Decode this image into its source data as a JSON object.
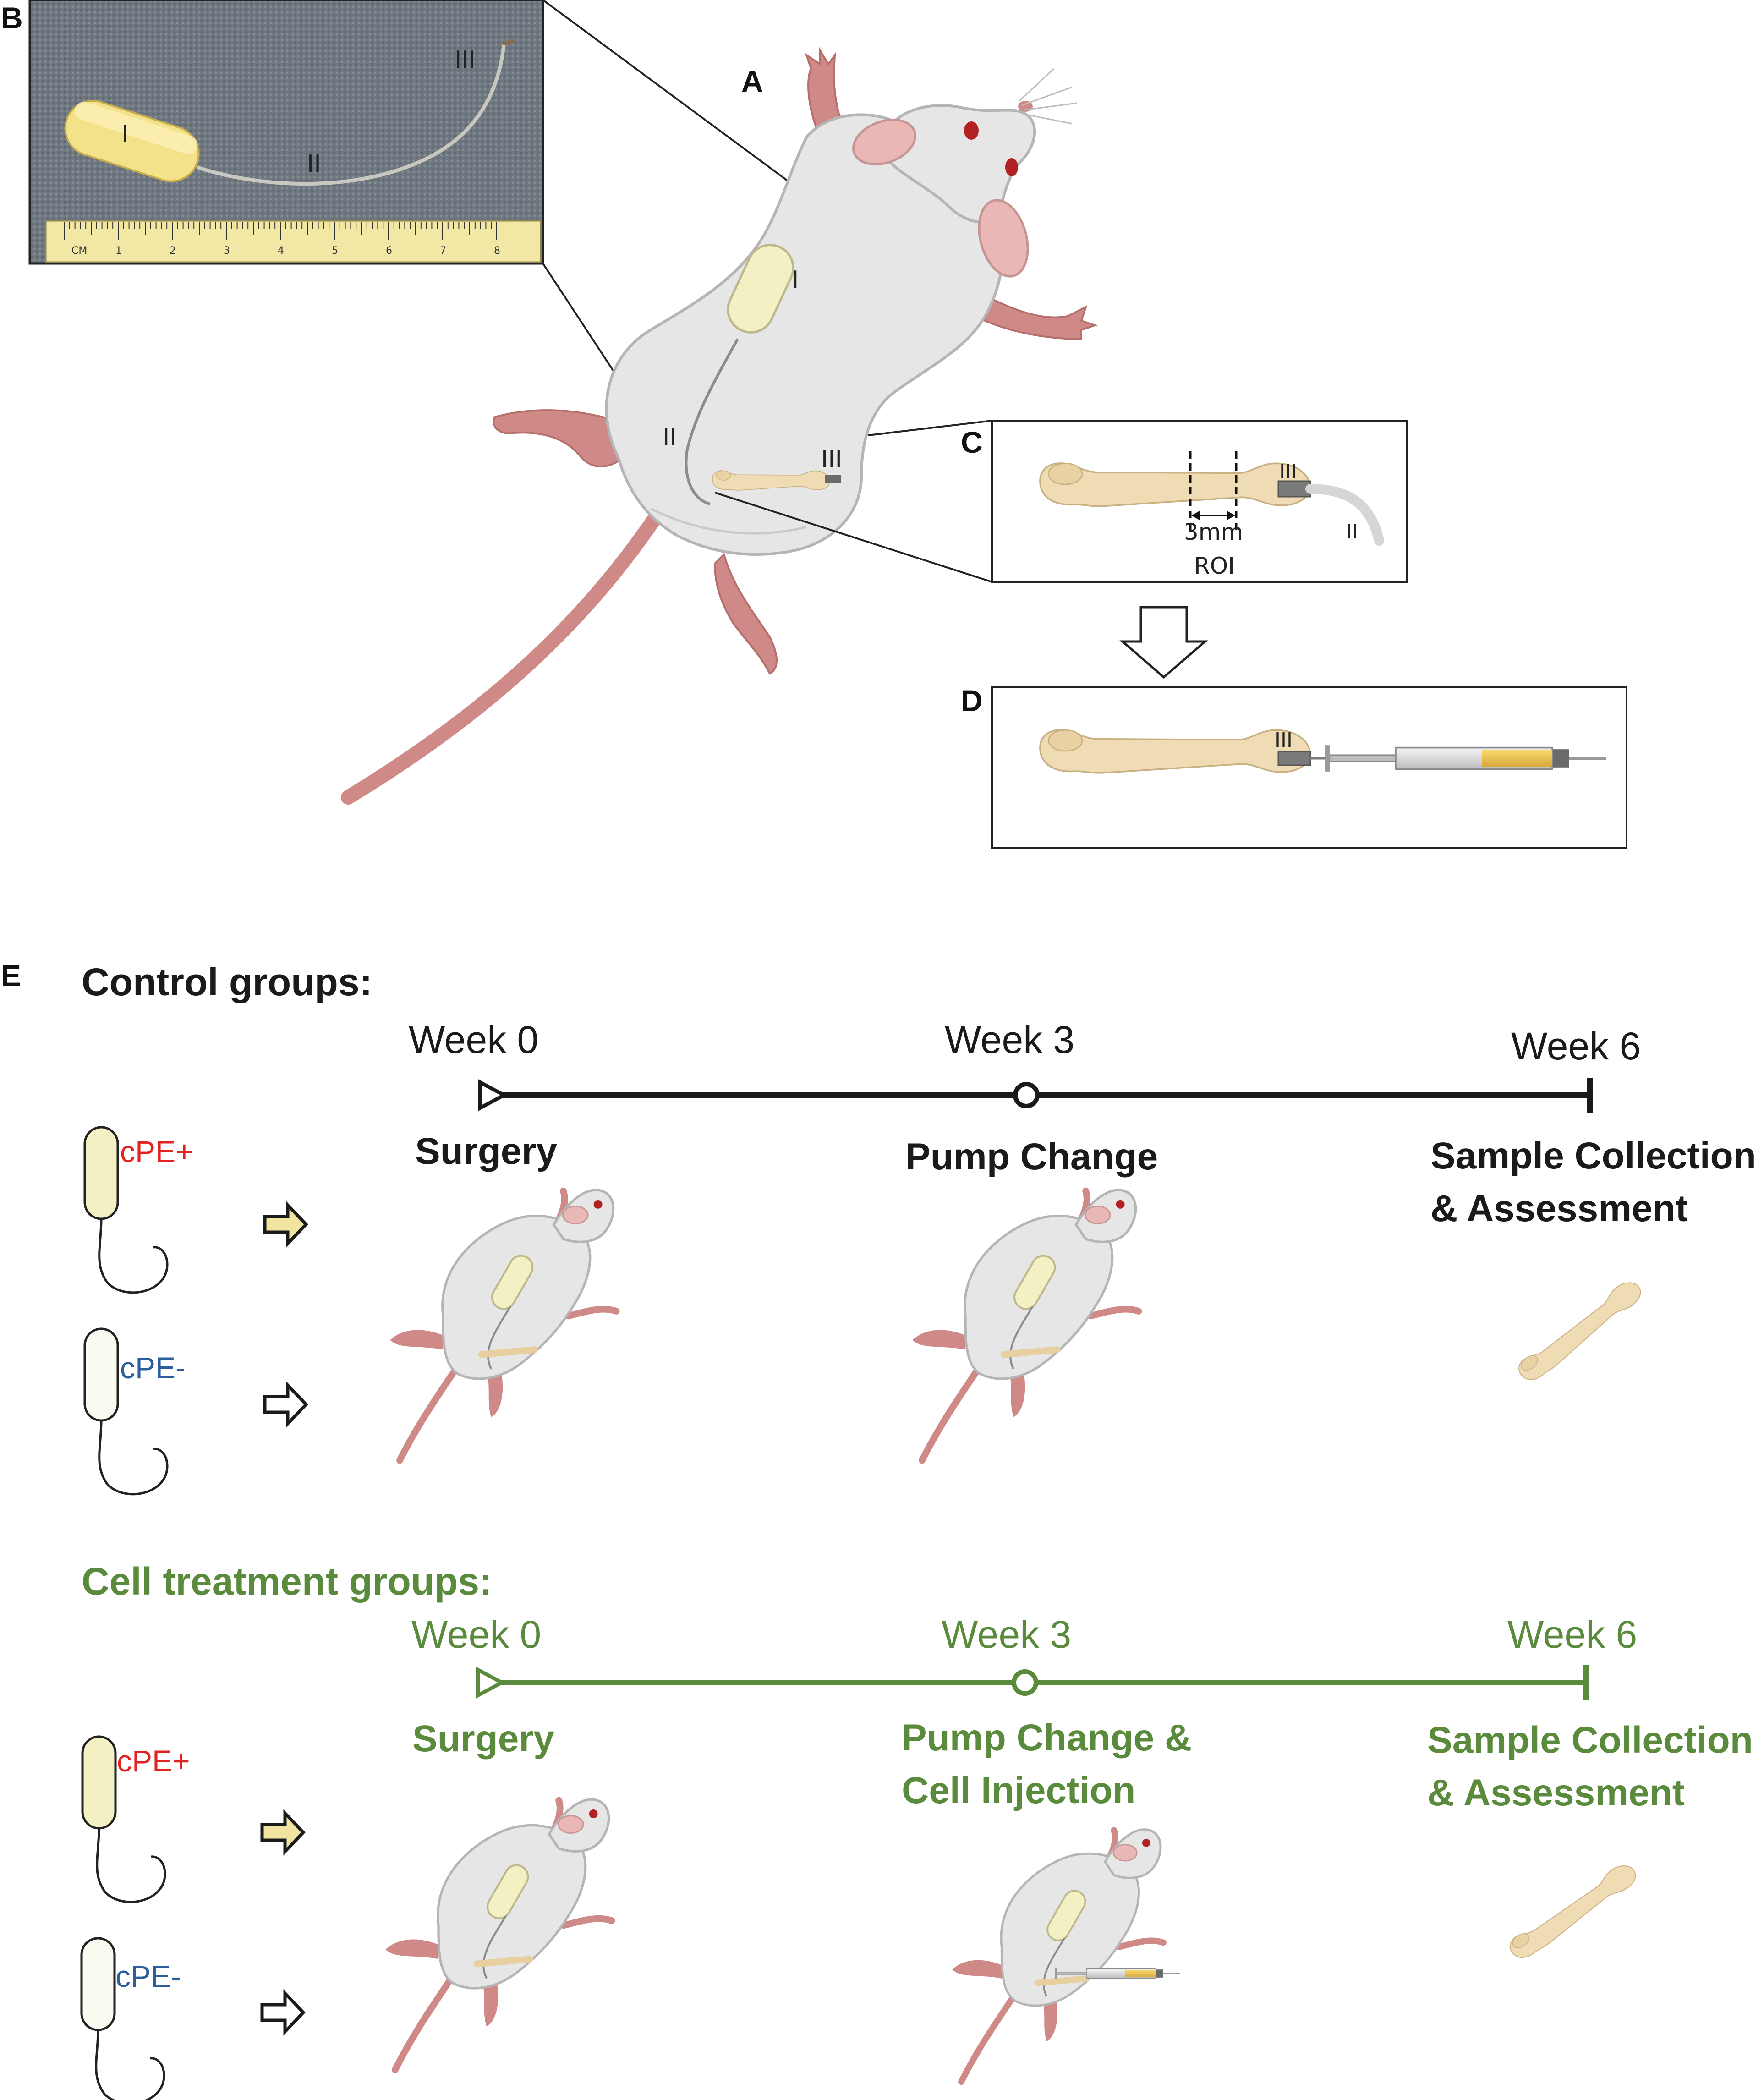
{
  "panels": {
    "a": "A",
    "b": "B",
    "c": "C",
    "d": "D",
    "e": "E"
  },
  "parts": {
    "pump": "I",
    "catheter": "II",
    "needle": "III"
  },
  "ruler": {
    "unit": "CM",
    "numbers": [
      "1",
      "2",
      "3",
      "4",
      "5",
      "6",
      "7",
      "8"
    ]
  },
  "panel_c": {
    "distance": "3mm",
    "region": "ROI"
  },
  "control": {
    "heading": "Control groups:",
    "weeks": [
      "Week 0",
      "Week 3",
      "Week 6"
    ],
    "events": {
      "surgery": "Surgery",
      "week3": "Pump Change",
      "week6_line1": "Sample Collection",
      "week6_line2": "& Assessment"
    },
    "groups": [
      "cPE+",
      "cPE-"
    ]
  },
  "treatment": {
    "heading": "Cell treatment groups:",
    "weeks": [
      "Week 0",
      "Week 3",
      "Week 6"
    ],
    "events": {
      "surgery": "Surgery",
      "week3_line1": "Pump Change &",
      "week3_line2": "Cell Injection",
      "week6_line1": "Sample Collection",
      "week6_line2": "& Assessment"
    },
    "groups": [
      "cPE+",
      "cPE-"
    ]
  },
  "colors": {
    "text_dark": "#1a1a1a",
    "treatment_green": "#5a8a3c",
    "cpe_plus_red": "#e32222",
    "cpe_minus_blue": "#2b5e9c",
    "pump_yellow": "#f3f0c4",
    "pump_pale": "#fbfaf0",
    "bone": "#efdcb5",
    "rat_body": "#e6e6e6",
    "rat_pink": "#cf8a88",
    "fabric": "#6f7780",
    "ruler_yellow": "#f2e7a4",
    "arrow_yellow": "#f1e4a0"
  }
}
